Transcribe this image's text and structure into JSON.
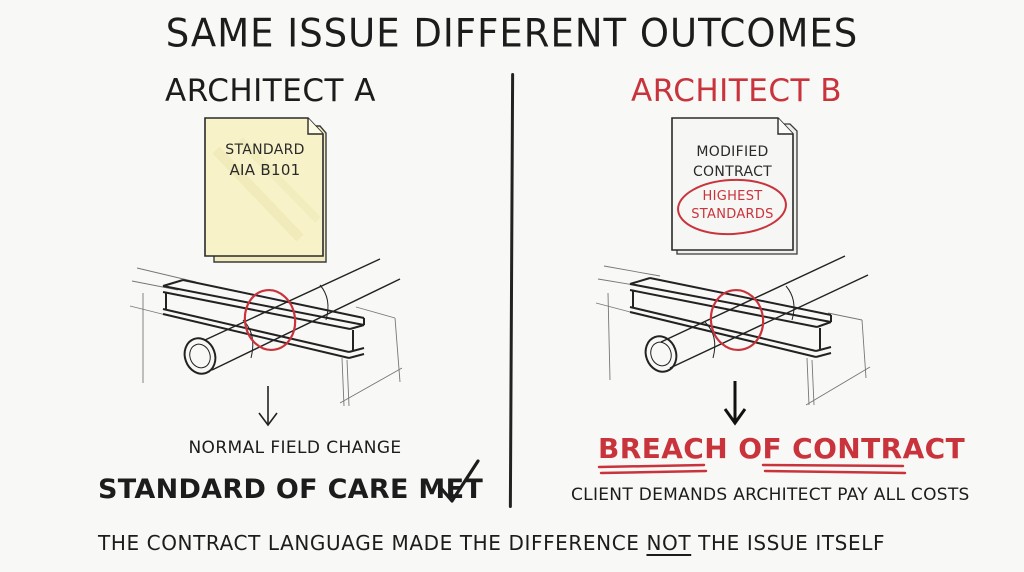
{
  "title": "SAME ISSUE DIFFERENT OUTCOMES",
  "colors": {
    "ink": "#1c1c1c",
    "accent_red": "#c9343c",
    "paper_yellow": "#f7f2c8",
    "paper_white": "#f6f6f4",
    "background": "#f8f8f6"
  },
  "left": {
    "heading": "ARCHITECT A",
    "document": {
      "line1": "STANDARD",
      "line2": "AIA B101"
    },
    "illustration": "steel-beam-pipe-clash",
    "arrow": "down-arrow",
    "result_label": "NORMAL FIELD CHANGE",
    "outcome": "STANDARD OF CARE MET",
    "outcome_icon": "checkmark"
  },
  "right": {
    "heading": "ARCHITECT B",
    "document": {
      "line1": "MODIFIED",
      "line2": "CONTRACT",
      "circled_line1": "HIGHEST",
      "circled_line2": "STANDARDS"
    },
    "illustration": "steel-beam-pipe-clash",
    "arrow": "down-arrow",
    "outcome_word1": "BREACH",
    "outcome_word2": "OF",
    "outcome_word3": "CONTRACT",
    "consequence": "CLIENT DEMANDS ARCHITECT PAY ALL COSTS"
  },
  "footer": {
    "part1": "THE CONTRACT LANGUAGE MADE THE DIFFERENCE ",
    "emphasis": "NOT",
    "part2": " THE ISSUE ITSELF"
  }
}
